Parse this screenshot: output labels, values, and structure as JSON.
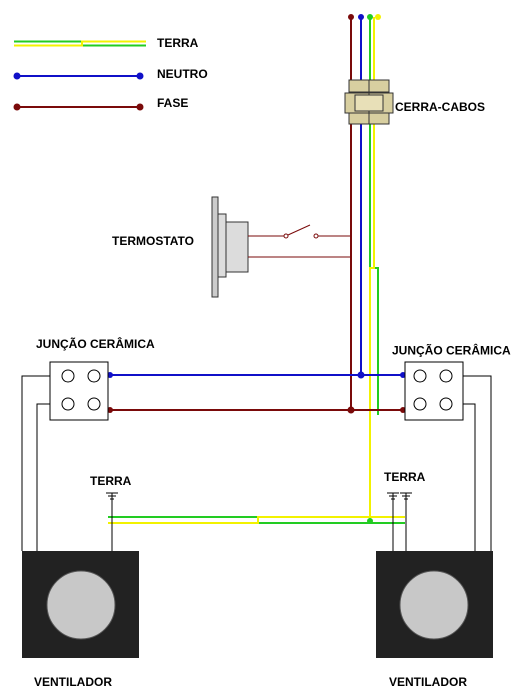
{
  "legend": {
    "terra_label": "TERRA",
    "neutro_label": "NEUTRO",
    "fase_label": "FASE"
  },
  "labels": {
    "cerra_cabos": "CERRA-CABOS",
    "termostato": "TERMOSTATO",
    "juncao_left": "JUNÇÃO CERÂMICA",
    "juncao_right": "JUNÇÃO CERÂMICA",
    "terra_left": "TERRA",
    "terra_right": "TERRA",
    "ventilador_left": "VENTILADOR",
    "ventilador_right": "VENTILADOR"
  },
  "colors": {
    "neutro": "#1010c8",
    "fase": "#7a0a0a",
    "terra_green": "#22cc22",
    "terra_yellow": "#f2f200",
    "ventilador_body": "#222222",
    "ventilador_disc": "#c8c8c8",
    "termostato_body": "#dcdcdc",
    "gland_body": "#d8cfa0"
  }
}
